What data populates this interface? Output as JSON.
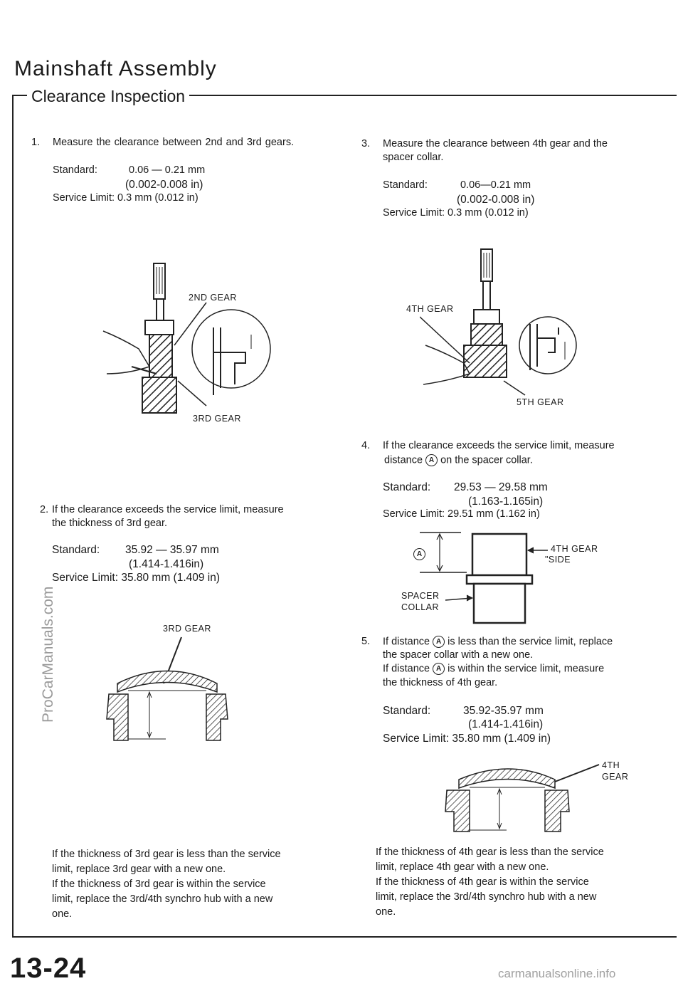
{
  "header": {
    "title": "Mainshaft Assembly",
    "subtitle": "Clearance Inspection"
  },
  "left": {
    "step1": {
      "num": "1.",
      "text": "Measure the clearance between 2nd and 3rd gears.",
      "standard_label": "Standard:",
      "standard_value": "0.06 — 0.21  mm",
      "standard_in": "(0.002-0.008 in)",
      "service_limit": "Service Limit: 0.3 mm (0.012 in)"
    },
    "fig1": {
      "label_top": "2ND GEAR",
      "label_bottom": "3RD GEAR"
    },
    "step2": {
      "num": "2.",
      "line1": "If the clearance exceeds the service limit, measure",
      "line2": "the thickness of 3rd gear.",
      "standard_label": "Standard:",
      "standard_value": "35.92 — 35.97 mm",
      "standard_in": "(1.414-1.416in)",
      "service_limit": "Service Limit: 35.80 mm (1.409 in)"
    },
    "fig2": {
      "label": "3RD GEAR"
    },
    "note": [
      "If the thickness of 3rd gear is less than the service",
      "limit, replace 3rd gear with a new one.",
      "If the thickness of 3rd gear is within the service",
      "limit, replace the 3rd/4th synchro hub with a new",
      "one."
    ]
  },
  "right": {
    "step3": {
      "num": "3.",
      "line1": "Measure the clearance between 4th gear and the",
      "line2": "spacer collar.",
      "standard_label": "Standard:",
      "standard_value": "0.06—0.21  mm",
      "standard_in": "(0.002-0.008 in)",
      "service_limit": "Service Limit: 0.3 mm (0.012 in)"
    },
    "fig3": {
      "label_top": "4TH GEAR",
      "label_bottom": "5TH GEAR"
    },
    "step4": {
      "num": "4.",
      "line1": "If the clearance exceeds the service limit, measure",
      "line2a": "distance",
      "marker": "A",
      "line2b": "on the spacer collar.",
      "standard_label": "Standard:",
      "standard_value": "29.53 — 29.58 mm",
      "standard_in": "(1.163-1.165in)",
      "service_limit": "Service Limit: 29.51 mm (1.162 in)"
    },
    "fig4": {
      "marker": "A",
      "gear_side_1": "4TH GEAR",
      "gear_side_2": "\"SIDE",
      "collar_1": "SPACER",
      "collar_2": "COLLAR"
    },
    "step5": {
      "num": "5.",
      "l1a": "If distance",
      "marker": "A",
      "l1b": "is less than the service limit, replace",
      "l2": "the spacer collar with a new one.",
      "l3a": "If distance",
      "l3b": "is within the service limit, measure",
      "l4": "the thickness of 4th gear.",
      "standard_label": "Standard:",
      "standard_value": "35.92-35.97 mm",
      "standard_in": "(1.414-1.416in)",
      "service_limit": "Service Limit: 35.80 mm (1.409 in)"
    },
    "fig5": {
      "label1": "4TH",
      "label2": "GEAR"
    },
    "note": [
      "If the thickness of 4th gear is less than the service",
      "limit, replace 4th gear with a new one.",
      "If the thickness of 4th gear is within the service",
      "limit, replace the 3rd/4th synchro hub with a new",
      "one."
    ]
  },
  "footer": {
    "page_number": "13-24",
    "watermark_side": "ProCarManuals.com",
    "watermark_bottom": "carmanualsonline.info"
  }
}
